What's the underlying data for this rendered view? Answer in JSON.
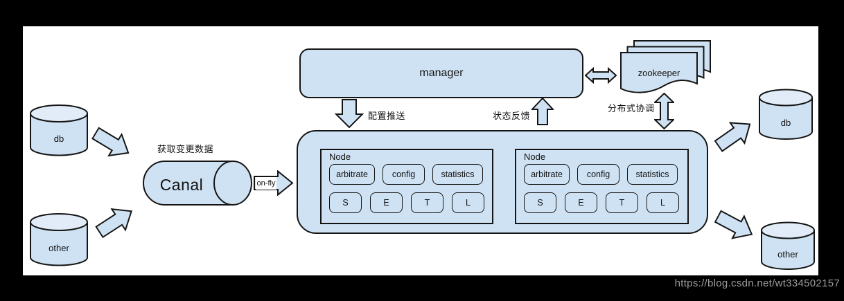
{
  "colors": {
    "shape_fill": "#cfe2f3",
    "shape_top": "#e2ecf8",
    "stroke": "#141414",
    "paper": "#ffffff",
    "frame": "#000000",
    "watermark_text": "#9d9d9d"
  },
  "watermark": {
    "text": "https://blog.csdn.net/wt334502157"
  },
  "left_sources": {
    "db": "db",
    "other": "other"
  },
  "right_targets": {
    "db": "db",
    "other": "other"
  },
  "canal": {
    "label": "Canal",
    "capture_caption": "获取变更数据",
    "transfer_label": "on-fly"
  },
  "manager": {
    "label": "manager"
  },
  "zookeeper": {
    "label": "zookeeper"
  },
  "links": {
    "config_push": "配置推送",
    "status_feedback": "状态反馈",
    "distributed_coordination": "分布式协调"
  },
  "nodes": [
    {
      "title": "Node",
      "modules": [
        "arbitrate",
        "config",
        "statistics"
      ],
      "stages": [
        "S",
        "E",
        "T",
        "L"
      ]
    },
    {
      "title": "Node",
      "modules": [
        "arbitrate",
        "config",
        "statistics"
      ],
      "stages": [
        "S",
        "E",
        "T",
        "L"
      ]
    }
  ]
}
